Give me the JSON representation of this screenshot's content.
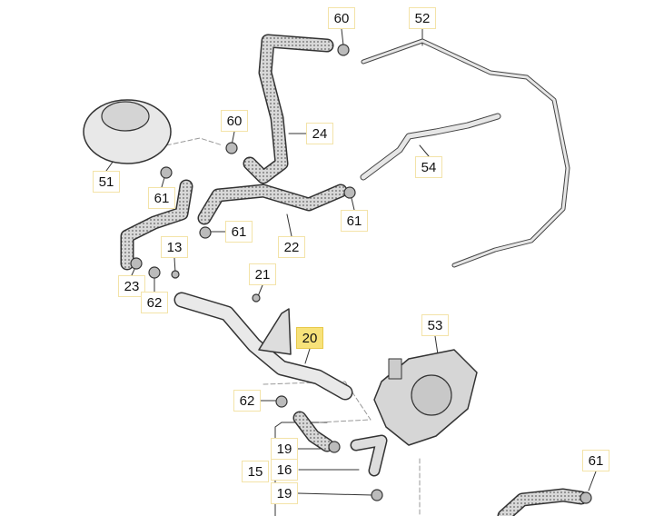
{
  "diagram": {
    "highlight_color": "#f7e27a",
    "labels": [
      {
        "text": "60"
      },
      {
        "text": "52"
      },
      {
        "text": "60"
      },
      {
        "text": "24"
      },
      {
        "text": "51"
      },
      {
        "text": "61"
      },
      {
        "text": "54"
      },
      {
        "text": "61"
      },
      {
        "text": "61"
      },
      {
        "text": "22"
      },
      {
        "text": "13"
      },
      {
        "text": "23"
      },
      {
        "text": "62"
      },
      {
        "text": "21"
      },
      {
        "text": "20",
        "highlighted": true
      },
      {
        "text": "53"
      },
      {
        "text": "62"
      },
      {
        "text": "19"
      },
      {
        "text": "15"
      },
      {
        "text": "16"
      },
      {
        "text": "19"
      },
      {
        "text": "61"
      }
    ]
  }
}
